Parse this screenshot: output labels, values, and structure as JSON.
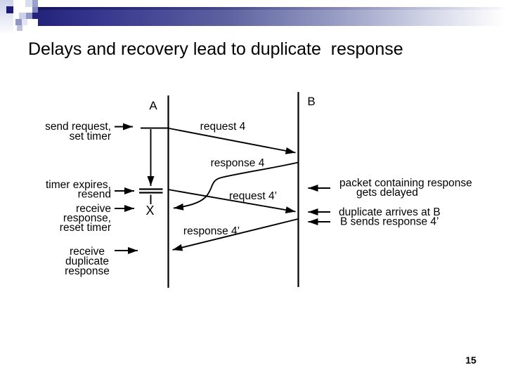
{
  "slide": {
    "title": "Delays and recovery lead to duplicate  response",
    "page_number": "15"
  },
  "colors": {
    "bar_navy": "#23237a",
    "deco_navy": "#1b1b7c",
    "ink": "#000000"
  },
  "diagram": {
    "hosts": {
      "a": "A",
      "b": "B"
    },
    "x_mark": "X",
    "messages": {
      "request4": "request 4",
      "response4": "response 4",
      "request4prime": "request 4’",
      "response4prime": "response 4’"
    },
    "left_labels": {
      "send": [
        "send request,",
        "set timer"
      ],
      "expire": [
        "timer expires,",
        "resend"
      ],
      "receive": [
        "receive",
        "response,",
        "reset timer"
      ],
      "duplicate": [
        "receive",
        "duplicate",
        "response"
      ]
    },
    "right_labels": {
      "delayed": [
        "packet containing response",
        "gets delayed"
      ],
      "arrives": "duplicate arrives at B",
      "sends": "B sends response 4’"
    }
  }
}
